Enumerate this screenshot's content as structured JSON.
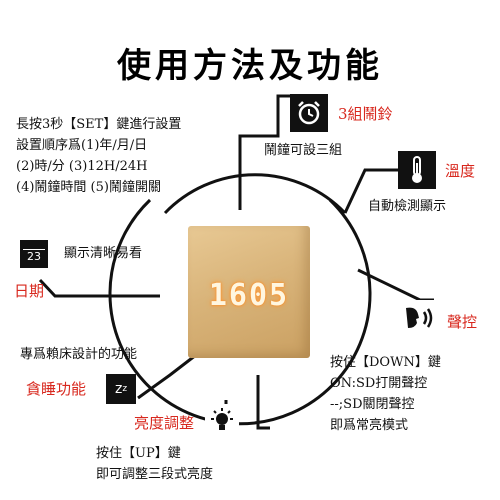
{
  "title": "使用方法及功能",
  "settings": {
    "line1": "長按3秒【SET】鍵進行設置",
    "line2": "設置順序爲(1)年/月/日",
    "line3": "(2)時/分 (3)12H/24H",
    "line4": "(4)鬧鐘時間 (5)鬧鐘開關"
  },
  "alarm": {
    "label": "3組鬧鈴",
    "desc": "鬧鐘可設三組"
  },
  "temperature": {
    "label": "溫度",
    "desc": "自動檢測顯示"
  },
  "date": {
    "label": "日期",
    "desc": "顯示清晰易看",
    "icon_number": "23"
  },
  "voice": {
    "label": "聲控",
    "line1": "按住【DOWN】鍵",
    "line2": "ON:SD打開聲控",
    "line3": "--;SD關閉聲控",
    "line4": "即爲常亮模式"
  },
  "snooze": {
    "desc": "專爲賴床設計的功能",
    "label": "貪睡功能"
  },
  "brightness": {
    "label": "亮度調整",
    "line1": "按住【UP】鍵",
    "line2": "即可調整三段式亮度"
  },
  "clock_display": "1605",
  "colors": {
    "accent": "#d8281e",
    "wood": "#d9b47a",
    "digits": "#fff6e0"
  }
}
